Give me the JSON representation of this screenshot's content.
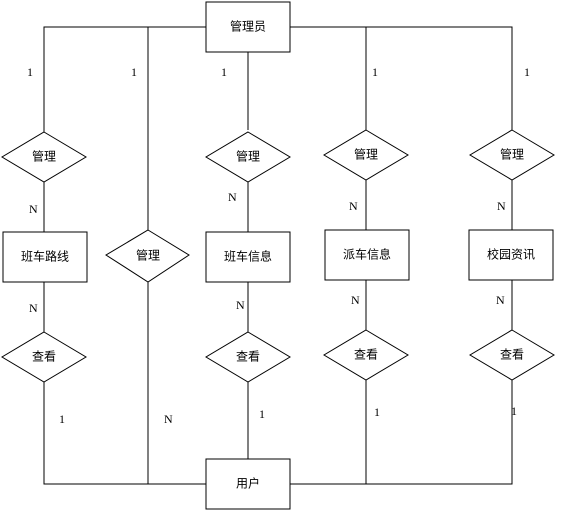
{
  "entities": {
    "admin": "管理员",
    "user": "用户",
    "bus_route": "班车路线",
    "bus_info": "班车信息",
    "dispatch_info": "派车信息",
    "campus_news": "校园资讯"
  },
  "relationships": {
    "manage_route": "管理",
    "manage_user": "管理",
    "manage_bus": "管理",
    "manage_dispatch": "管理",
    "manage_news": "管理",
    "view_route": "查看",
    "view_bus": "查看",
    "view_dispatch": "查看",
    "view_news": "查看"
  },
  "cardinalities": {
    "admin_route": "1",
    "admin_user": "1",
    "admin_bus": "1",
    "admin_dispatch": "1",
    "admin_news": "1",
    "route_manage": "N",
    "bus_manage": "N",
    "dispatch_manage": "N",
    "news_manage": "N",
    "route_view": "N",
    "bus_view": "N",
    "dispatch_view": "N",
    "news_view": "N",
    "user_route": "1",
    "user_bus": "1",
    "user_dispatch": "1",
    "user_news": "1",
    "user_manage": "N"
  }
}
